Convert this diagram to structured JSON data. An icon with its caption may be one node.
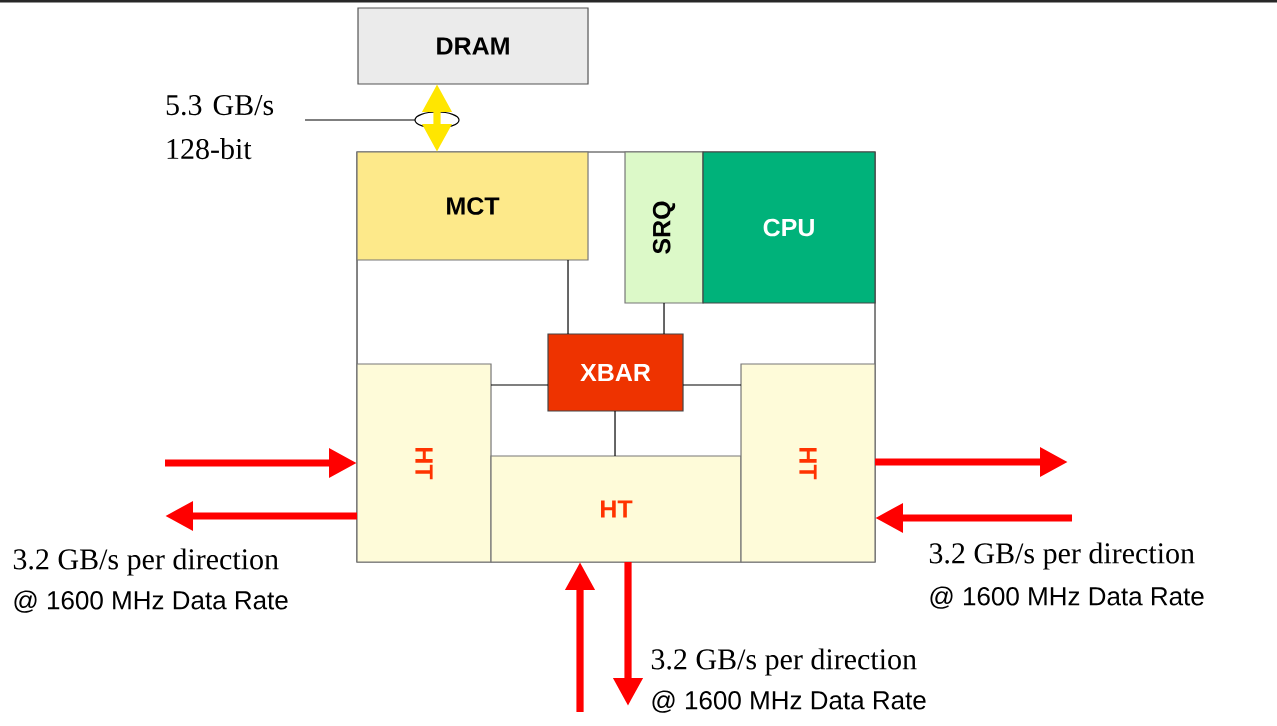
{
  "diagram": {
    "nodes": [
      {
        "text": [
          "DRAM"
        ]
      },
      {
        "text": [],
        "shape": "box"
      },
      {
        "text": [
          "MCT"
        ],
        "in": 1
      },
      {
        "text": [
          "SRQ"
        ],
        "in": 1
      },
      {
        "text": [
          "CPU"
        ],
        "in": 1
      },
      {
        "text": [
          "XBAR"
        ],
        "in": 1
      },
      {
        "text": [
          "HT"
        ],
        "in": 1
      },
      {
        "text": [
          "HT"
        ],
        "in": 1
      },
      {
        "text": [
          "HT"
        ],
        "in": 1
      },
      {
        "text": [
          "5.3 GB/s 128-bit"
        ]
      },
      {
        "text": [],
        "shape": "ellipse"
      }
    ],
    "edges": [
      {
        "from": 0,
        "to": 2,
        "arrow": "both",
        "color": "#ffe600"
      },
      {
        "from": 2,
        "to": 5,
        "arrow": "none"
      },
      {
        "from": 3,
        "to": 5,
        "arrow": "none"
      },
      {
        "from": 5,
        "to": 6,
        "arrow": "none"
      },
      {
        "from": 5,
        "to": 8,
        "arrow": "none"
      },
      {
        "from": 5,
        "to": 7,
        "arrow": "none"
      },
      {
        "from": null,
        "to": 6,
        "arrow": "to",
        "color": "#ff0000"
      },
      {
        "from": 6,
        "to": null,
        "arrow": "to",
        "color": "#ff0000"
      },
      {
        "from": 8,
        "to": null,
        "arrow": "to",
        "color": "#ff0000"
      },
      {
        "from": null,
        "to": 8,
        "arrow": "to",
        "color": "#ff0000"
      },
      {
        "from": null,
        "to": 7,
        "arrow": "to",
        "color": "#ff0000"
      },
      {
        "from": 7,
        "to": null,
        "arrow": "to",
        "color": "#ff0000"
      },
      {
        "from": 9,
        "to": 10,
        "arrow": "none"
      }
    ],
    "labels": [
      "3.2 GB/s per direction",
      "@ 1600 MHz Data Rate",
      "3.2 GB/s per direction",
      "@ 1600 MHz Data Rate",
      "3.2 GB/s per direction",
      "@ 1600 MHz Data Rate"
    ]
  }
}
